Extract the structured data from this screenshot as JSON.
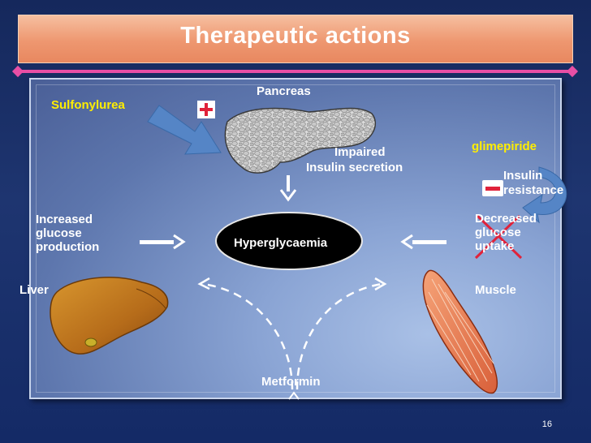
{
  "slide": {
    "title": "Therapeutic actions",
    "page_number": "16"
  },
  "diagram": {
    "pancreas": "Pancreas",
    "sulfonylurea": "Sulfonylurea",
    "impaired_line1": "Impaired",
    "impaired_line2": "Insulin secretion",
    "glimepiride": "glimepiride",
    "insulin_resistance_line1": "Insulin",
    "insulin_resistance_line2": "resistance",
    "increased_line1": "Increased",
    "increased_line2": "glucose",
    "increased_line3": "production",
    "hyperglycaemia": "Hyperglycaemia",
    "decreased_line1": "Decreased",
    "decreased_line2": "glucose",
    "decreased_line3": "uptake",
    "liver": "Liver",
    "muscle": "Muscle",
    "metformin": "Metformin",
    "plus_symbol": "+",
    "minus_symbol": "–"
  },
  "colors": {
    "title_bar": "#ee9770",
    "divider": "#e84fa5",
    "highlight_text": "#ffee00",
    "cross": "#e0223a"
  }
}
